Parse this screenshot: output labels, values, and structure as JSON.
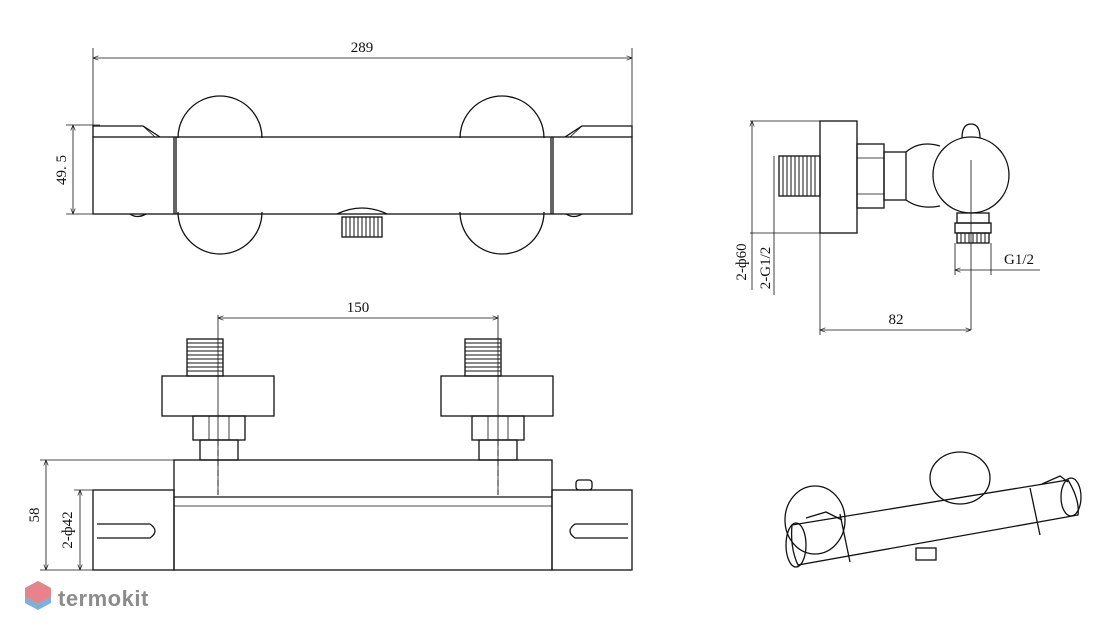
{
  "dimensions": {
    "top_width": "289",
    "top_height": "49. 5",
    "inlet_spacing": "150",
    "front_height": "58",
    "end_diameter": "2-ф42",
    "side_cover_diameter": "2-ф60",
    "side_thread_left": "2-G1/2",
    "side_thread_outlet": "G1/2",
    "side_depth": "82"
  },
  "watermark": {
    "brand": "termokit",
    "logo_colors": [
      "#e8838c",
      "#7fb0d8"
    ]
  },
  "colors": {
    "line": "#111111",
    "background": "#ffffff"
  }
}
